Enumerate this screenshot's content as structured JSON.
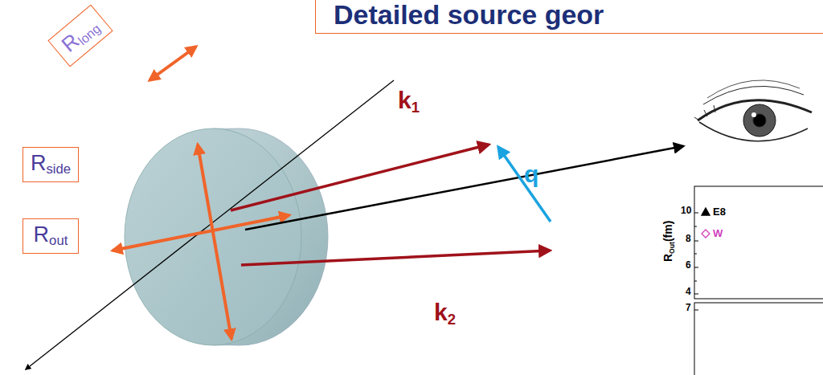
{
  "diagram": {
    "title": "Detailed source geor",
    "nodes": [
      {
        "text": [
          "Rlong"
        ]
      },
      {
        "text": [
          "Rside"
        ]
      },
      {
        "text": [
          "Rout"
        ]
      }
    ],
    "labels": [
      "k1",
      "k2",
      "q",
      "10",
      "8",
      "6",
      "4",
      "7",
      "ROut(fm)"
    ],
    "legend": [
      {
        "text": "E8"
      },
      {
        "text": "W"
      }
    ]
  }
}
